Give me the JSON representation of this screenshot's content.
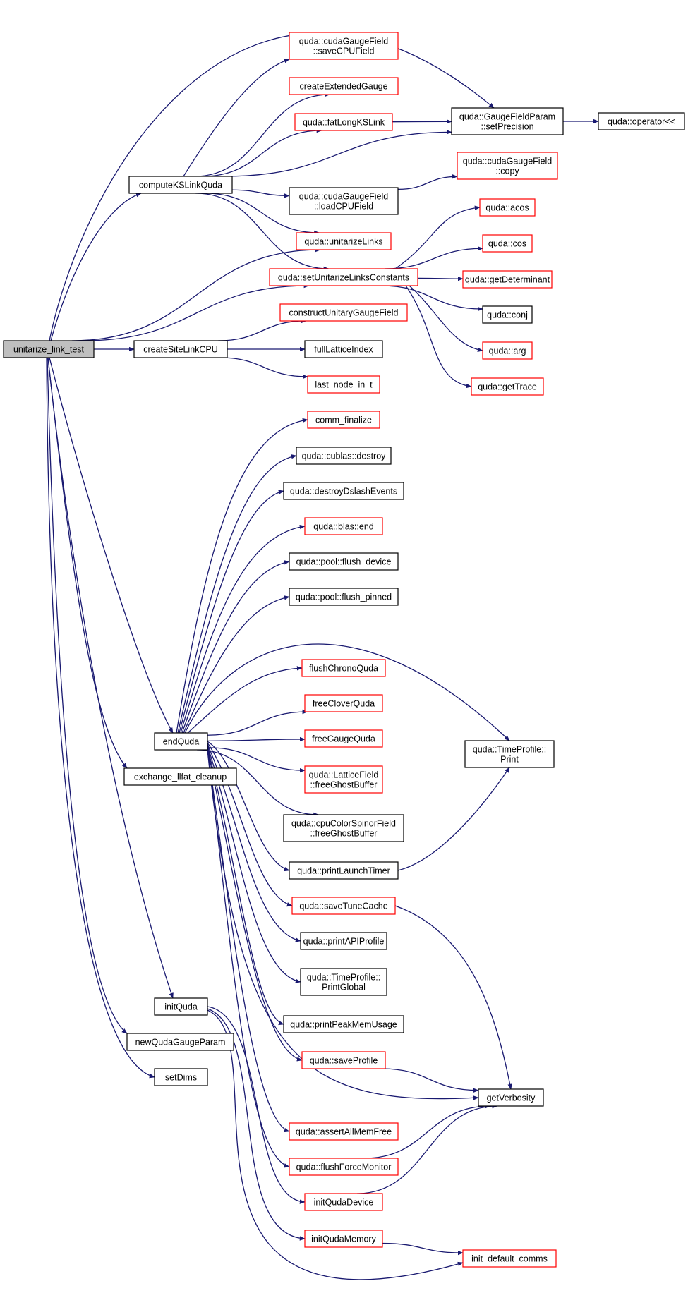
{
  "colors": {
    "edge": "#191970",
    "root_fill": "#bfbfbf",
    "linked_border": "#ff0000",
    "plain_border": "#000000",
    "background": "#ffffff"
  },
  "nodes": [
    {
      "id": "unitarize_link_test",
      "lines": [
        "unitarize_link_test"
      ],
      "kind": "root"
    },
    {
      "id": "computeKSLinkQuda",
      "lines": [
        "computeKSLinkQuda"
      ],
      "kind": "plain"
    },
    {
      "id": "createSiteLinkCPU",
      "lines": [
        "createSiteLinkCPU"
      ],
      "kind": "plain"
    },
    {
      "id": "endQuda",
      "lines": [
        "endQuda"
      ],
      "kind": "plain"
    },
    {
      "id": "exchange_llfat_cleanup",
      "lines": [
        "exchange_llfat_cleanup"
      ],
      "kind": "plain"
    },
    {
      "id": "initQuda",
      "lines": [
        "initQuda"
      ],
      "kind": "plain"
    },
    {
      "id": "newQudaGaugeParam",
      "lines": [
        "newQudaGaugeParam"
      ],
      "kind": "plain"
    },
    {
      "id": "setDims",
      "lines": [
        "setDims"
      ],
      "kind": "plain"
    },
    {
      "id": "saveCPUField",
      "lines": [
        "quda::cudaGaugeField",
        "::saveCPUField"
      ],
      "kind": "linked"
    },
    {
      "id": "createExtendedGauge",
      "lines": [
        "createExtendedGauge"
      ],
      "kind": "linked"
    },
    {
      "id": "fatLongKSLink",
      "lines": [
        "quda::fatLongKSLink"
      ],
      "kind": "linked"
    },
    {
      "id": "loadCPUField",
      "lines": [
        "quda::cudaGaugeField",
        "::loadCPUField"
      ],
      "kind": "plain"
    },
    {
      "id": "unitarizeLinks",
      "lines": [
        "quda::unitarizeLinks"
      ],
      "kind": "linked"
    },
    {
      "id": "setUnitarizeLinksConstants",
      "lines": [
        "quda::setUnitarizeLinksConstants"
      ],
      "kind": "linked"
    },
    {
      "id": "constructUnitaryGaugeField",
      "lines": [
        "constructUnitaryGaugeField"
      ],
      "kind": "linked"
    },
    {
      "id": "fullLatticeIndex",
      "lines": [
        "fullLatticeIndex"
      ],
      "kind": "plain"
    },
    {
      "id": "last_node_in_t",
      "lines": [
        "last_node_in_t"
      ],
      "kind": "linked"
    },
    {
      "id": "setPrecision",
      "lines": [
        "quda::GaugeFieldParam",
        "::setPrecision"
      ],
      "kind": "plain"
    },
    {
      "id": "operator",
      "lines": [
        "quda::operator<<"
      ],
      "kind": "plain"
    },
    {
      "id": "copy",
      "lines": [
        "quda::cudaGaugeField",
        "::copy"
      ],
      "kind": "linked"
    },
    {
      "id": "acos",
      "lines": [
        "quda::acos"
      ],
      "kind": "linked"
    },
    {
      "id": "cos",
      "lines": [
        "quda::cos"
      ],
      "kind": "linked"
    },
    {
      "id": "getDeterminant",
      "lines": [
        "quda::getDeterminant"
      ],
      "kind": "linked"
    },
    {
      "id": "conj",
      "lines": [
        "quda::conj"
      ],
      "kind": "plain"
    },
    {
      "id": "arg",
      "lines": [
        "quda::arg"
      ],
      "kind": "linked"
    },
    {
      "id": "getTrace",
      "lines": [
        "quda::getTrace"
      ],
      "kind": "linked"
    },
    {
      "id": "comm_finalize",
      "lines": [
        "comm_finalize"
      ],
      "kind": "linked"
    },
    {
      "id": "cublas_destroy",
      "lines": [
        "quda::cublas::destroy"
      ],
      "kind": "plain"
    },
    {
      "id": "destroyDslashEvents",
      "lines": [
        "quda::destroyDslashEvents"
      ],
      "kind": "plain"
    },
    {
      "id": "blas_end",
      "lines": [
        "quda::blas::end"
      ],
      "kind": "linked"
    },
    {
      "id": "flush_device",
      "lines": [
        "quda::pool::flush_device"
      ],
      "kind": "plain"
    },
    {
      "id": "flush_pinned",
      "lines": [
        "quda::pool::flush_pinned"
      ],
      "kind": "plain"
    },
    {
      "id": "flushChronoQuda",
      "lines": [
        "flushChronoQuda"
      ],
      "kind": "linked"
    },
    {
      "id": "freeCloverQuda",
      "lines": [
        "freeCloverQuda"
      ],
      "kind": "linked"
    },
    {
      "id": "freeGaugeQuda",
      "lines": [
        "freeGaugeQuda"
      ],
      "kind": "linked"
    },
    {
      "id": "lf_freeGhostBuffer",
      "lines": [
        "quda::LatticeField",
        "::freeGhostBuffer"
      ],
      "kind": "linked"
    },
    {
      "id": "csf_freeGhostBuffer",
      "lines": [
        "quda::cpuColorSpinorField",
        "::freeGhostBuffer"
      ],
      "kind": "plain"
    },
    {
      "id": "printLaunchTimer",
      "lines": [
        "quda::printLaunchTimer"
      ],
      "kind": "plain"
    },
    {
      "id": "saveTuneCache",
      "lines": [
        "quda::saveTuneCache"
      ],
      "kind": "linked"
    },
    {
      "id": "printAPIProfile",
      "lines": [
        "quda::printAPIProfile"
      ],
      "kind": "plain"
    },
    {
      "id": "PrintGlobal",
      "lines": [
        "quda::TimeProfile::",
        "PrintGlobal"
      ],
      "kind": "plain"
    },
    {
      "id": "printPeakMemUsage",
      "lines": [
        "quda::printPeakMemUsage"
      ],
      "kind": "plain"
    },
    {
      "id": "saveProfile",
      "lines": [
        "quda::saveProfile"
      ],
      "kind": "linked"
    },
    {
      "id": "assertAllMemFree",
      "lines": [
        "quda::assertAllMemFree"
      ],
      "kind": "linked"
    },
    {
      "id": "flushForceMonitor",
      "lines": [
        "quda::flushForceMonitor"
      ],
      "kind": "linked"
    },
    {
      "id": "initQudaDevice",
      "lines": [
        "initQudaDevice"
      ],
      "kind": "linked"
    },
    {
      "id": "initQudaMemory",
      "lines": [
        "initQudaMemory"
      ],
      "kind": "linked"
    },
    {
      "id": "TimeProfile_Print",
      "lines": [
        "quda::TimeProfile::",
        "Print"
      ],
      "kind": "plain"
    },
    {
      "id": "getVerbosity",
      "lines": [
        "getVerbosity"
      ],
      "kind": "plain"
    },
    {
      "id": "init_default_comms",
      "lines": [
        "init_default_comms"
      ],
      "kind": "linked"
    }
  ],
  "edges": [
    [
      "unitarize_link_test",
      "setPrecision"
    ],
    [
      "unitarize_link_test",
      "computeKSLinkQuda"
    ],
    [
      "unitarize_link_test",
      "unitarizeLinks"
    ],
    [
      "unitarize_link_test",
      "setUnitarizeLinksConstants"
    ],
    [
      "unitarize_link_test",
      "createSiteLinkCPU"
    ],
    [
      "unitarize_link_test",
      "endQuda"
    ],
    [
      "unitarize_link_test",
      "exchange_llfat_cleanup"
    ],
    [
      "unitarize_link_test",
      "initQuda"
    ],
    [
      "unitarize_link_test",
      "newQudaGaugeParam"
    ],
    [
      "unitarize_link_test",
      "setDims"
    ],
    [
      "computeKSLinkQuda",
      "saveCPUField"
    ],
    [
      "computeKSLinkQuda",
      "createExtendedGauge"
    ],
    [
      "computeKSLinkQuda",
      "fatLongKSLink"
    ],
    [
      "computeKSLinkQuda",
      "setPrecision"
    ],
    [
      "computeKSLinkQuda",
      "loadCPUField"
    ],
    [
      "computeKSLinkQuda",
      "unitarizeLinks"
    ],
    [
      "computeKSLinkQuda",
      "setUnitarizeLinksConstants"
    ],
    [
      "fatLongKSLink",
      "setPrecision"
    ],
    [
      "setPrecision",
      "operator"
    ],
    [
      "loadCPUField",
      "copy"
    ],
    [
      "setUnitarizeLinksConstants",
      "acos"
    ],
    [
      "setUnitarizeLinksConstants",
      "cos"
    ],
    [
      "setUnitarizeLinksConstants",
      "getDeterminant"
    ],
    [
      "setUnitarizeLinksConstants",
      "conj"
    ],
    [
      "setUnitarizeLinksConstants",
      "arg"
    ],
    [
      "setUnitarizeLinksConstants",
      "getTrace"
    ],
    [
      "createSiteLinkCPU",
      "constructUnitaryGaugeField"
    ],
    [
      "createSiteLinkCPU",
      "fullLatticeIndex"
    ],
    [
      "createSiteLinkCPU",
      "last_node_in_t"
    ],
    [
      "endQuda",
      "comm_finalize"
    ],
    [
      "endQuda",
      "cublas_destroy"
    ],
    [
      "endQuda",
      "destroyDslashEvents"
    ],
    [
      "endQuda",
      "blas_end"
    ],
    [
      "endQuda",
      "flush_device"
    ],
    [
      "endQuda",
      "flush_pinned"
    ],
    [
      "endQuda",
      "TimeProfile_Print"
    ],
    [
      "endQuda",
      "flushChronoQuda"
    ],
    [
      "endQuda",
      "freeCloverQuda"
    ],
    [
      "endQuda",
      "freeGaugeQuda"
    ],
    [
      "endQuda",
      "lf_freeGhostBuffer"
    ],
    [
      "endQuda",
      "csf_freeGhostBuffer"
    ],
    [
      "endQuda",
      "printLaunchTimer"
    ],
    [
      "endQuda",
      "saveTuneCache"
    ],
    [
      "endQuda",
      "printAPIProfile"
    ],
    [
      "endQuda",
      "PrintGlobal"
    ],
    [
      "endQuda",
      "printPeakMemUsage"
    ],
    [
      "endQuda",
      "saveProfile"
    ],
    [
      "endQuda",
      "getVerbosity"
    ],
    [
      "endQuda",
      "assertAllMemFree"
    ],
    [
      "endQuda",
      "flushForceMonitor"
    ],
    [
      "printLaunchTimer",
      "TimeProfile_Print"
    ],
    [
      "saveTuneCache",
      "getVerbosity"
    ],
    [
      "saveProfile",
      "getVerbosity"
    ],
    [
      "flushForceMonitor",
      "getVerbosity"
    ],
    [
      "initQuda",
      "initQudaDevice"
    ],
    [
      "initQuda",
      "initQudaMemory"
    ],
    [
      "initQuda",
      "init_default_comms"
    ],
    [
      "initQudaDevice",
      "getVerbosity"
    ],
    [
      "initQudaMemory",
      "init_default_comms"
    ]
  ]
}
